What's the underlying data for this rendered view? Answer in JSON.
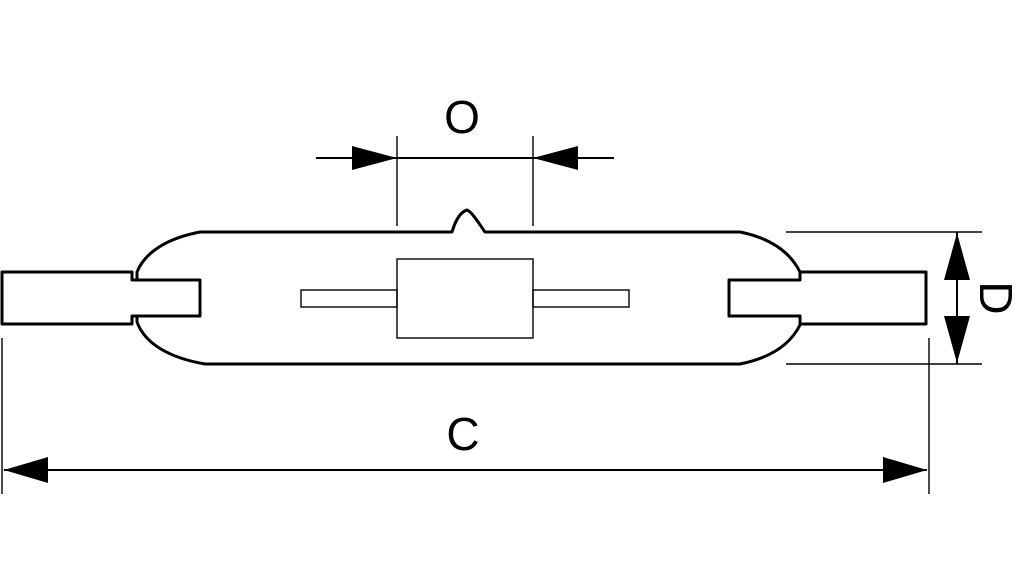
{
  "diagram": {
    "labels": {
      "arc_gap": "O",
      "overall_length": "C",
      "diameter": "D"
    },
    "colors": {
      "stroke": "#000000",
      "background": "#ffffff"
    }
  }
}
